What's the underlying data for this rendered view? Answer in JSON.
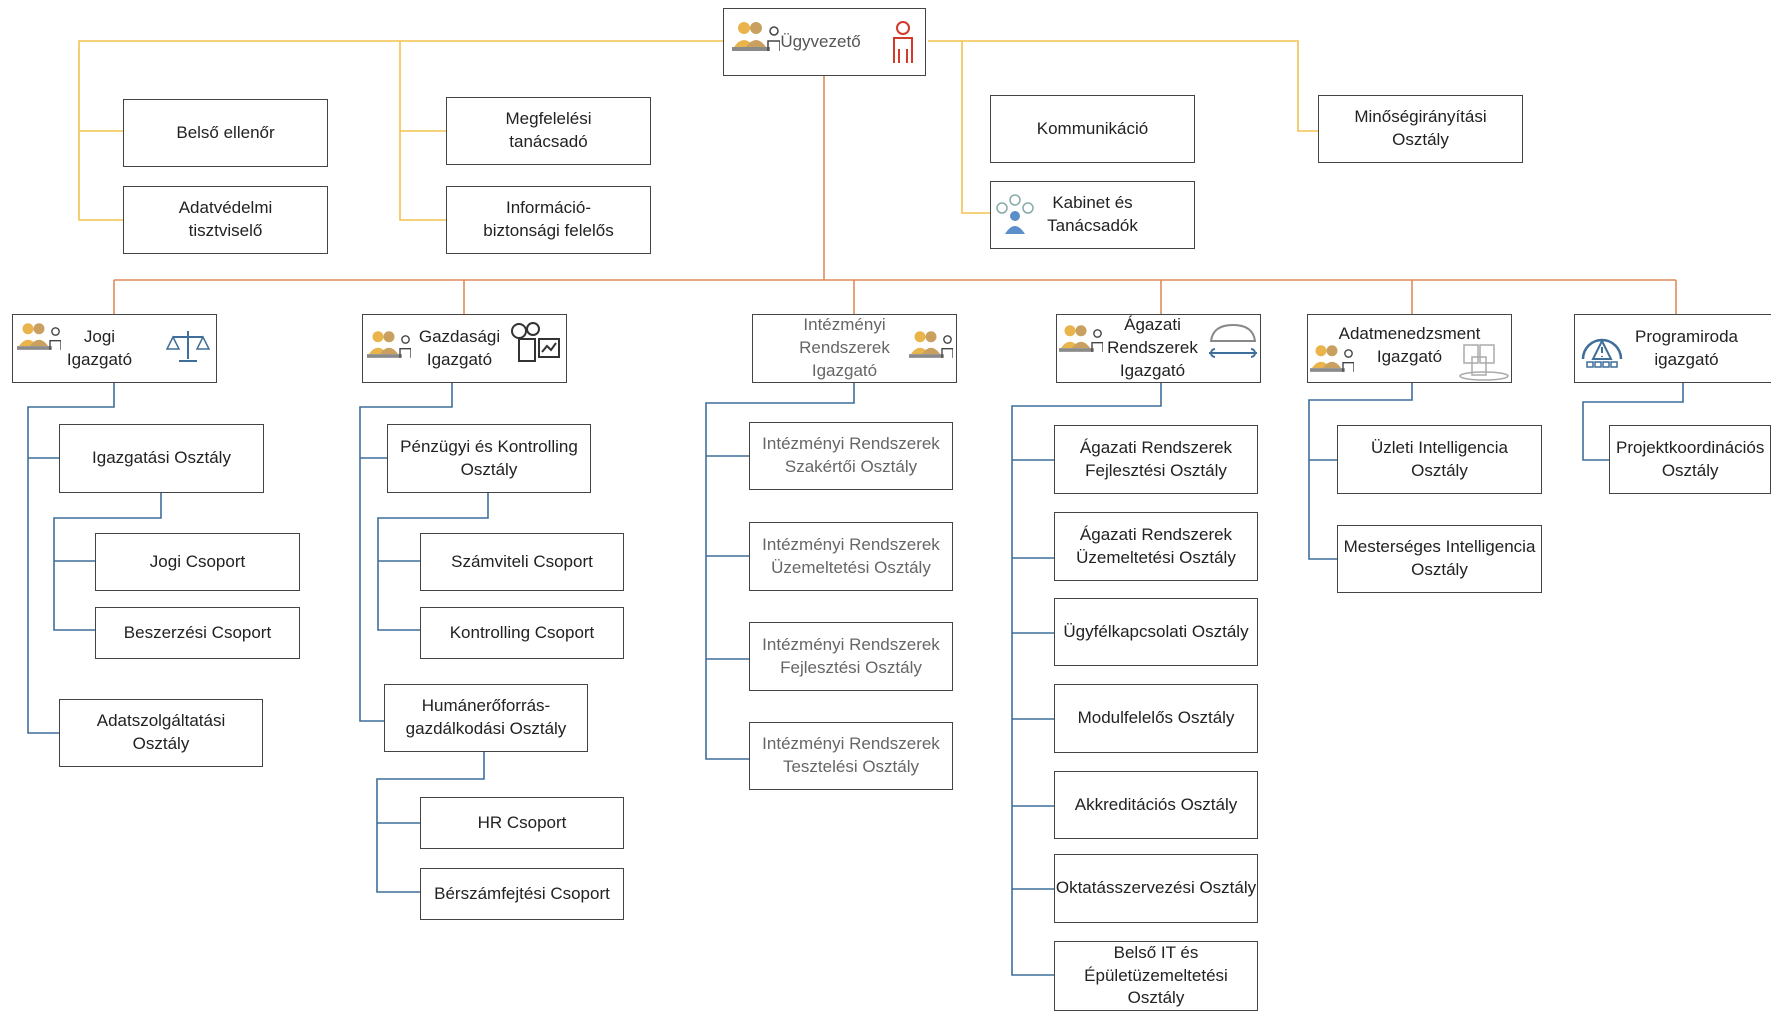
{
  "top": {
    "ceo": "Ügyvezető"
  },
  "staff": {
    "belso_ellenor": "Belső ellenőr",
    "adatvedelmi": "Adatvédelmi\ntisztviselő",
    "megfelelesi": "Megfelelési\ntanácsadó",
    "informacio": "Információ-\nbiztonsági felelős",
    "kommunikacio": "Kommunikáció",
    "kabinet": "Kabinet és\nTanácsadók",
    "minoseg": "Minőségirányítási\nOsztály"
  },
  "directors": {
    "jogi": "Jogi\nIgazgató",
    "gazdasagi": "Gazdasági\nIgazgató",
    "intezmenyi": "Intézményi\nRendszerek\nIgazgató",
    "agazati": "Ágazati\nRendszerek\nIgazgató",
    "adatmenedzsment": "Adatmenedzsment\nIgazgató",
    "programiroda": "Programiroda\nigazgató"
  },
  "units": {
    "igazgatasi": "Igazgatási Osztály",
    "jogi_csoport": "Jogi Csoport",
    "beszerzesi": "Beszerzési Csoport",
    "adatszolgaltatasi": "Adatszolgáltatási\nOsztály",
    "penzugyi": "Pénzügyi és Kontrolling\nOsztály",
    "szamviteli": "Számviteli Csoport",
    "kontrolling": "Kontrolling Csoport",
    "humaneroforras": "Humánerőforrás-\ngazdálkodási Osztály",
    "hr": "HR Csoport",
    "berszamfejtesi": "Bérszámfejtési Csoport",
    "ir_szakertoi": "Intézményi Rendszerek\nSzakértői Osztály",
    "ir_uzemeltetesi": "Intézményi Rendszerek\nÜzemeltetési Osztály",
    "ir_fejlesztesi": "Intézményi Rendszerek\nFejlesztési Osztály",
    "ir_tesztelesi": "Intézményi Rendszerek\nTesztelési Osztály",
    "ar_fejlesztesi": "Ágazati Rendszerek\nFejlesztési Osztály",
    "ar_uzemeltetesi": "Ágazati Rendszerek\nÜzemeltetési Osztály",
    "ugyfelkapcsolati": "Ügyfélkapcsolati Osztály",
    "modulfelelos": "Modulfelelős Osztály",
    "akkreditacios": "Akkreditációs Osztály",
    "oktatasszervezesi": "Oktatásszervezési Osztály",
    "belso_it": "Belső IT és\nÉpületüzemeltetési\nOsztály",
    "uzleti_intelligencia": "Üzleti Intelligencia\nOsztály",
    "mesterseges": "Mesterséges Intelligencia\nOsztály",
    "projektkoordinacios": "Projektkoordinációs\nOsztály"
  },
  "colors": {
    "staff_line": "#f2c24f",
    "director_line": "#e08a5a",
    "unit_line": "#3f6e9a",
    "border": "#444444"
  },
  "icons": [
    "people-icon",
    "person-icon",
    "scales-icon",
    "finance-icon",
    "car-wrench-icon",
    "servers-icon",
    "dashboard-icon",
    "team-icon"
  ]
}
